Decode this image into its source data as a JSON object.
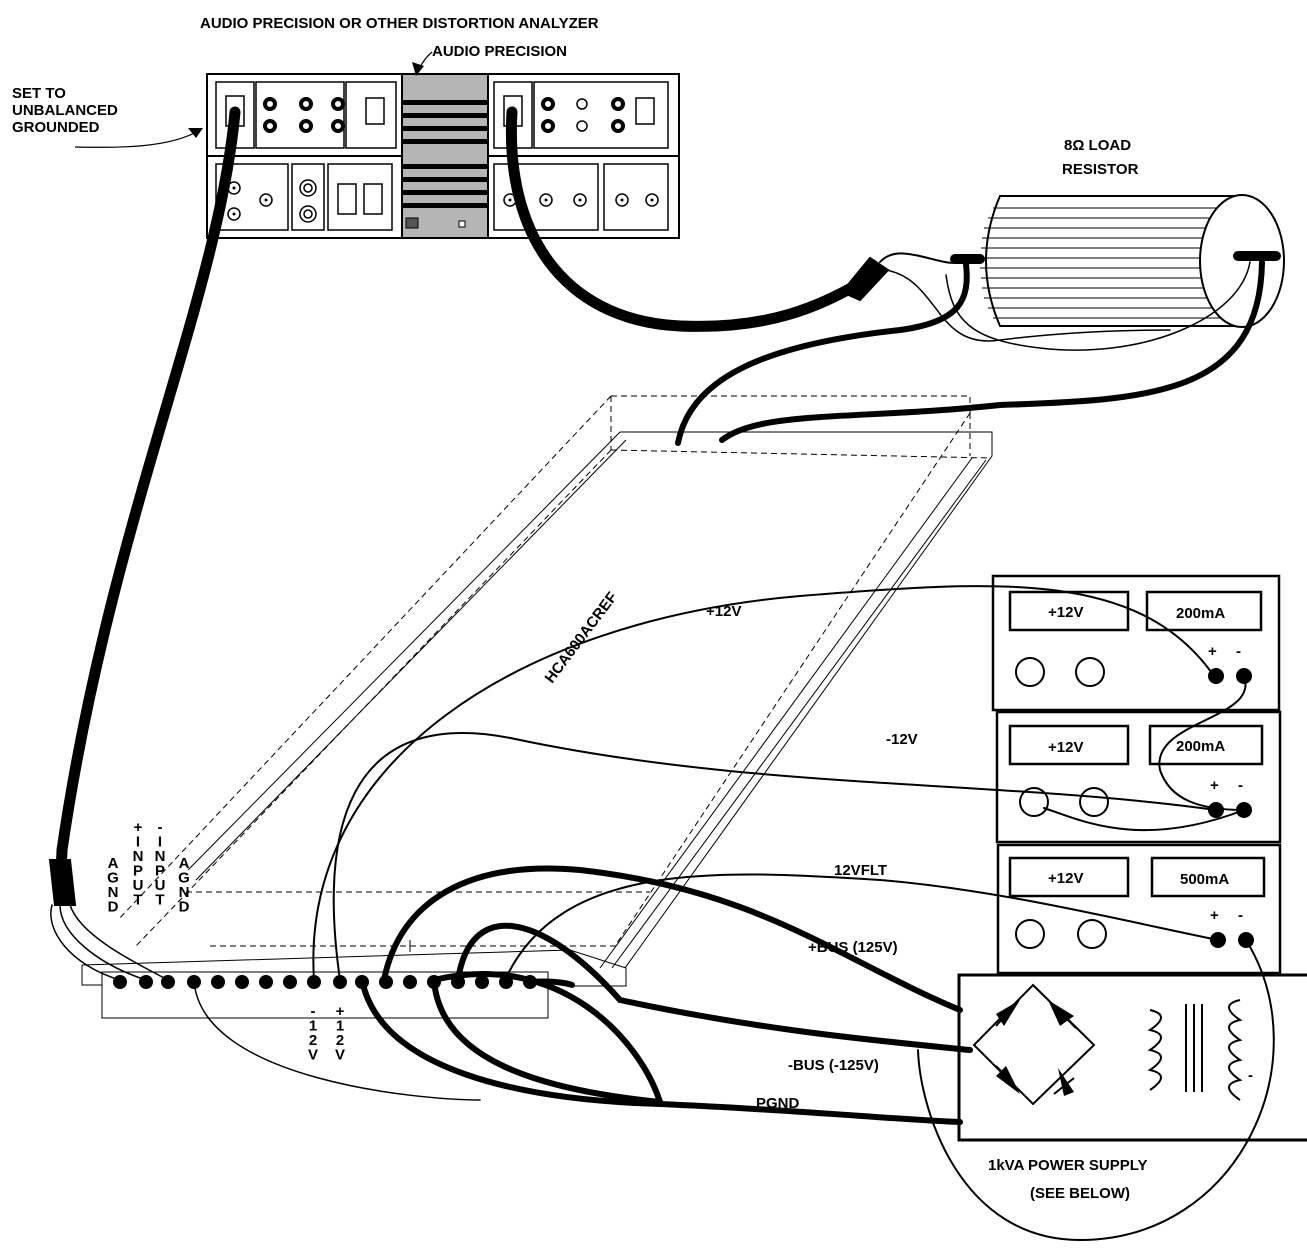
{
  "labels": {
    "analyzer_title": "AUDIO PRECISION OR OTHER DISTORTION ANALYZER",
    "audio_precision": "AUDIO PRECISION",
    "set_to_line1": "SET TO",
    "set_to_line2": "UNBALANCED",
    "set_to_line3": "GROUNDED",
    "load_line1": "8Ω LOAD",
    "load_line2": "RESISTOR",
    "board_name": "HCA600ACREF",
    "wire_plus12": "+12V",
    "wire_minus12": "-12V",
    "wire_12vflt": "12VFLT",
    "wire_plusbus": "+BUS (125V)",
    "wire_minusbus": "-BUS (-125V)",
    "wire_pgnd": "PGND",
    "psu_line1": "1kVA POWER SUPPLY",
    "psu_line2": "(SEE BELOW)"
  },
  "pin_labels": {
    "agnd_left": [
      "A",
      "G",
      "N",
      "D"
    ],
    "plus_input": [
      "+",
      "I",
      "N",
      "P",
      "U",
      "T"
    ],
    "minus_input": [
      "-",
      "I",
      "N",
      "P",
      "U",
      "T"
    ],
    "agnd_right": [
      "A",
      "G",
      "N",
      "D"
    ],
    "minus_12v": [
      "-",
      "1",
      "2",
      "V"
    ],
    "plus_12v": [
      "+",
      "1",
      "2",
      "V"
    ]
  },
  "supplies": [
    {
      "voltage": "+12V",
      "current": "200mA",
      "plus": "+",
      "minus": "-"
    },
    {
      "voltage": "+12V",
      "current": "200mA",
      "plus": "+",
      "minus": "-"
    },
    {
      "voltage": "+12V",
      "current": "500mA",
      "plus": "+",
      "minus": "-"
    }
  ],
  "transformer_minus": "-"
}
